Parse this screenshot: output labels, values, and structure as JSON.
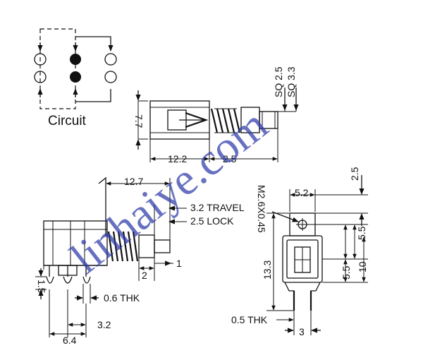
{
  "circuit": {
    "label": "Circuit"
  },
  "side_view": {
    "dims": {
      "sq_small": "SQ 2.5",
      "sq_large": "SQ 3.3",
      "height": "7.7",
      "body_length": "12.2",
      "stem_length": "2.5"
    }
  },
  "front_view": {
    "dims": {
      "overall_length": "12.7",
      "travel": "3.2 TRAVEL",
      "lock": "2.5 LOCK",
      "gap_1": "1",
      "gap_2": "2",
      "pin_length": "1.5",
      "thickness": "0.6 THK",
      "pin_pitch": "3.2",
      "pin_span": "6.4"
    }
  },
  "end_view": {
    "dims": {
      "thread": "M2.6X0.45",
      "top_width": "5.2",
      "top_offset": "2.5",
      "upper_height": "5.5",
      "lower_height": "5.5",
      "total_height": "10",
      "body_height": "13.3",
      "pin_thickness": "0.5 THK",
      "pin_gap": "3"
    }
  },
  "watermark": "linhaiye.com"
}
